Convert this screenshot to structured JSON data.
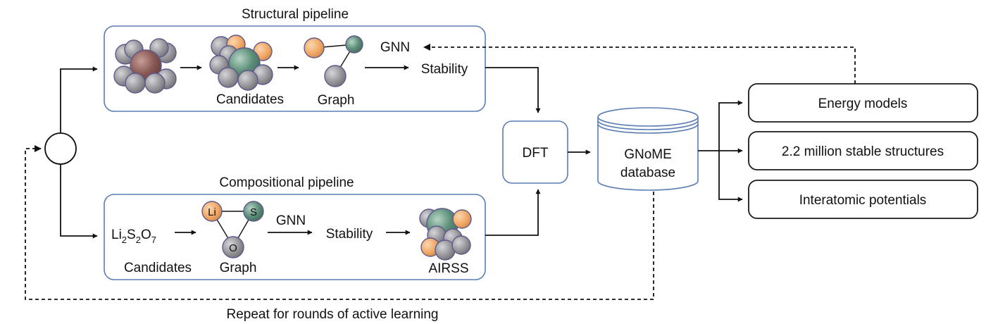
{
  "structural": {
    "title": "Structural pipeline",
    "candidates_label": "Candidates",
    "graph_label": "Graph",
    "gnn_label": "GNN",
    "stability_label": "Stability"
  },
  "compositional": {
    "title": "Compositional pipeline",
    "formula": {
      "li": "Li",
      "s": "S",
      "o": "O",
      "sub_li": "2",
      "sub_s": "2",
      "sub_o": "7"
    },
    "candidates_label": "Candidates",
    "graph_label": "Graph",
    "node_li": "Li",
    "node_s": "S",
    "node_o": "O",
    "gnn_label": "GNN",
    "stability_label": "Stability",
    "airss_label": "AIRSS"
  },
  "dft_label": "DFT",
  "database": {
    "line1": "GNoME",
    "line2": "database"
  },
  "outputs": [
    "Energy models",
    "2.2 million stable structures",
    "Interatomic potentials"
  ],
  "loop_caption": "Repeat for rounds of active learning",
  "colors": {
    "box_border": "#5a7db3",
    "atom_gray": "#9a9a9e",
    "atom_orange": "#f0a866",
    "atom_green": "#5e8f7a",
    "atom_brown": "#8a5a55",
    "atom_outline": "#5e5a8c"
  }
}
